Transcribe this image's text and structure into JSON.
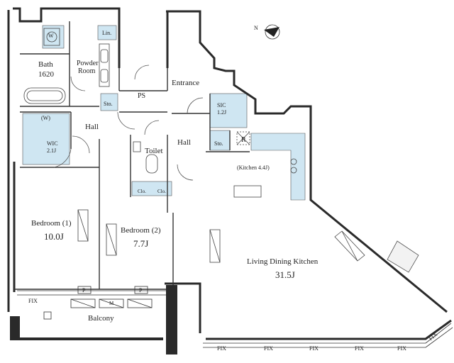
{
  "rooms": {
    "bath": {
      "name": "Bath",
      "size": "1620"
    },
    "powder_room": {
      "line1": "Powder",
      "line2": "Room"
    },
    "linen": "Lin.",
    "wm": "W",
    "storage_hall": "Sto.",
    "storage_entry": "Sto.",
    "ps": "PS",
    "entrance": "Entrance",
    "sic": {
      "name": "SIC",
      "size": "1.2J"
    },
    "hall_left": "Hall",
    "hall_right": "Hall",
    "wic": {
      "name": "WIC",
      "size": "2.1J"
    },
    "w_mark": "(W)",
    "toilet": "Toilet",
    "refrigerator": "R",
    "kitchen": "(Kitchen 4.4J)",
    "closet_1": "Clo.",
    "closet_2": "Clo.",
    "bedroom_1": {
      "name": "Bedroom (1)",
      "size": "10.0J"
    },
    "bedroom_2": {
      "name": "Bedroom (2)",
      "size": "7.7J"
    },
    "ldk": {
      "name": "Living Dining Kitchen",
      "size": "31.5J"
    },
    "balcony": "Balcony",
    "p1": "P",
    "p2": "P",
    "m": "M",
    "north": "N"
  },
  "fix_labels": {
    "balcony_side": "FIX",
    "bottom": [
      "FIX",
      "FIX",
      "FIX",
      "FIX",
      "FIX"
    ],
    "corner": "FIX"
  },
  "colors": {
    "wall": "#2a2a2a",
    "storage_fill": "#cfe6f2",
    "line": "#444444"
  }
}
